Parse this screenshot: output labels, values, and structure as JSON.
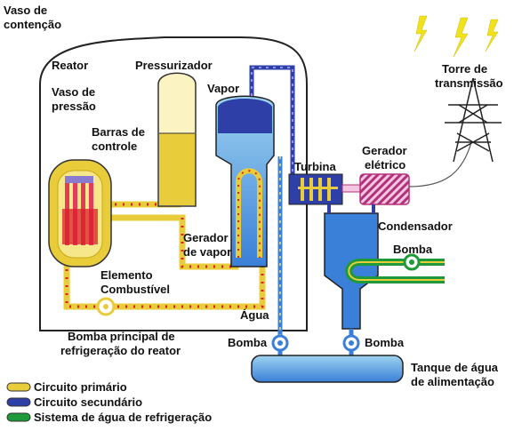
{
  "labels": {
    "containment_1": "Vaso de",
    "containment_2": "contenção",
    "reactor": "Reator",
    "pressurizer": "Pressurizador",
    "pressure_vessel_1": "Vaso de",
    "pressure_vessel_2": "pressão",
    "control_rods_1": "Barras de",
    "control_rods_2": "controle",
    "steam": "Vapor",
    "steam_generator_1": "Gerador",
    "steam_generator_2": "de vapor",
    "fuel_element_1": "Elemento",
    "fuel_element_2": "Combustível",
    "water": "Água",
    "main_pump_1": "Bomba principal de",
    "main_pump_2": "refrigeração do reator",
    "turbine": "Turbina",
    "generator_1": "Gerador",
    "generator_2": "elétrico",
    "tower_1": "Torre de",
    "tower_2": "transmissão",
    "condenser": "Condensador",
    "pump_cooling": "Bomba",
    "pump_left": "Bomba",
    "pump_right": "Bomba",
    "tank_1": "Tanque de água",
    "tank_2": "de alimentação"
  },
  "legend": [
    {
      "label": "Circuito primário",
      "color": "#e8cc3a",
      "icon": "yellow-pill-icon"
    },
    {
      "label": "Circuito secundário",
      "color": "#2f3fa8",
      "icon": "blue-pill-icon"
    },
    {
      "label": "Sistema de água de refrigeração",
      "color": "#1e9a3a",
      "icon": "green-pill-icon"
    }
  ],
  "colors": {
    "primary": "#e8cc3a",
    "secondary_dark": "#2f3fa8",
    "secondary_light": "#3a7fd8",
    "cooling": "#1e9a3a",
    "flow_dots": "#e02020"
  }
}
